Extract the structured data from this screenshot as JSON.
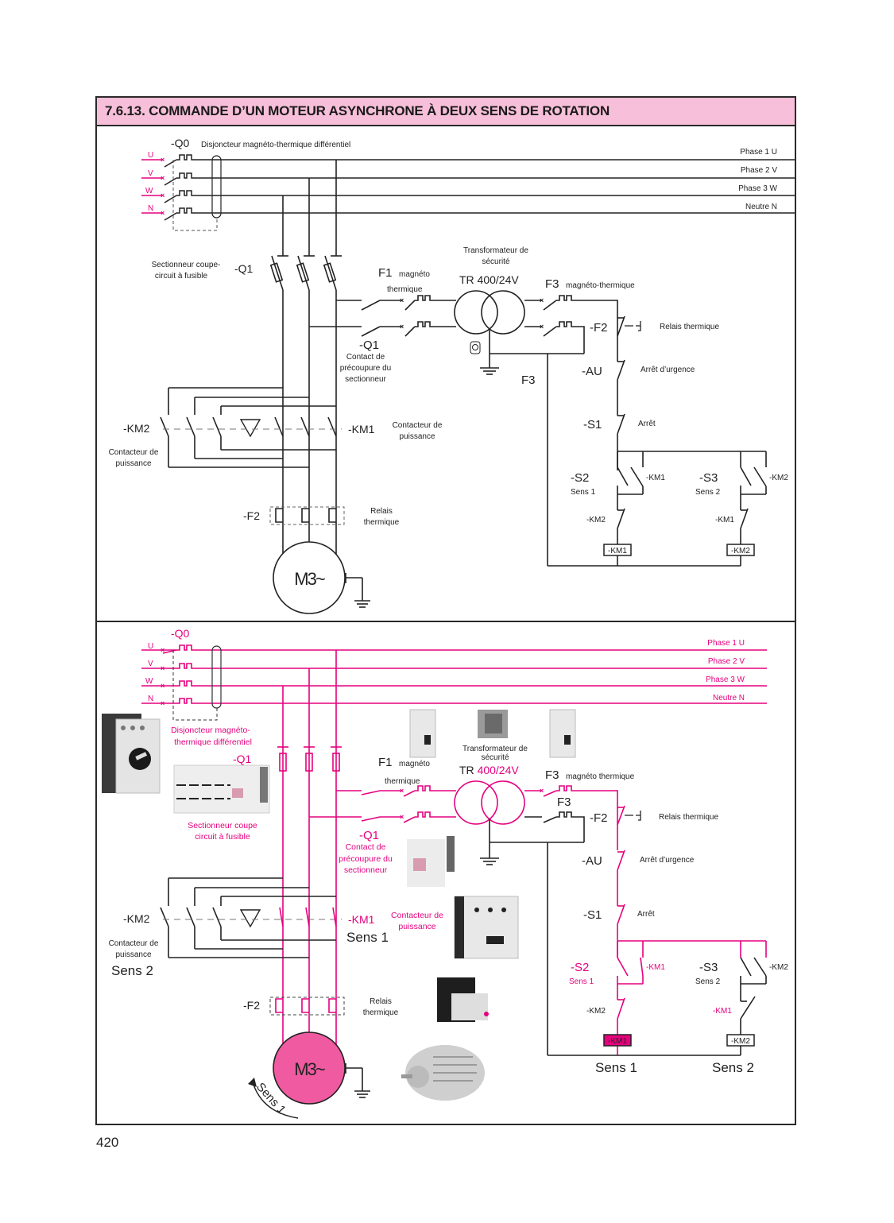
{
  "title": "7.6.13. COMMANDE D’UN MOTEUR ASYNCHRONE À DEUX SENS DE ROTATION",
  "page_number": "420",
  "colors": {
    "accent": "#e6007e",
    "title_bg": "#f7bfd9",
    "motor_fill": "#ef5aa0",
    "line": "#222222"
  },
  "top": {
    "q0_label": "-Q0",
    "q0_desc": "Disjoncteur magnéto-thermique différentiel",
    "inputs": [
      "U",
      "V",
      "W",
      "N"
    ],
    "busbars": [
      "Phase 1 U",
      "Phase 2 V",
      "Phase 3 W",
      "Neutre N"
    ],
    "q1_label": "-Q1",
    "q1_desc": [
      "Sectionneur coupe-",
      "circuit à fusible"
    ],
    "q1_contact_label": "-Q1",
    "q1_contact_desc": [
      "Contact de",
      "précoupure du",
      "sectionneur"
    ],
    "f1_label": "F1",
    "f1_desc_1": "magnéto",
    "f1_desc_2": "thermique",
    "tr_desc": [
      "Transformateur de",
      "sécurité"
    ],
    "tr_label": "TR 400/24V",
    "f3_label": "F3",
    "f3_desc": "magnéto-thermique",
    "f3_lower": "F3",
    "f2_ctrl_label": "-F2",
    "f2_ctrl_desc": "Relais thermique",
    "au_label": "-AU",
    "au_desc": "Arrêt d’urgence",
    "s1_label": "-S1",
    "s1_desc": "Arrêt",
    "s2_label": "-S2",
    "s2_desc": "Sens 1",
    "s3_label": "-S3",
    "s3_desc": "Sens 2",
    "km1_aux": "-KM1",
    "km2_aux": "-KM2",
    "km2_interlock": "-KM2",
    "km1_interlock": "-KM1",
    "coil_km1": "-KM1",
    "coil_km2": "-KM2",
    "km2_label": "-KM2",
    "km2_desc": [
      "Contacteur de",
      "puissance"
    ],
    "km1_label": "-KM1",
    "km1_desc": [
      "Contacteur de",
      "puissance"
    ],
    "f2_power_label": "-F2",
    "f2_power_desc": [
      "Relais",
      "thermique"
    ],
    "motor_label": "M3~"
  },
  "bottom": {
    "q0_label": "-Q0",
    "q0_desc": [
      "Disjoncteur magnéto-",
      "thermique différentiel"
    ],
    "inputs": [
      "U",
      "V",
      "W",
      "N"
    ],
    "busbars": [
      "Phase 1 U",
      "Phase 2 V",
      "Phase 3 W",
      "Neutre N"
    ],
    "q1_label": "-Q1",
    "q1_desc": [
      "Sectionneur coupe",
      "circuit à fusible"
    ],
    "q1_contact_label": "-Q1",
    "q1_contact_desc": [
      "Contact de",
      "précoupure du",
      "sectionneur"
    ],
    "f1_label": "F1",
    "f1_desc_1": "magnéto",
    "f1_desc_2": "thermique",
    "tr_desc": [
      "Transformateur de",
      "sécurité"
    ],
    "tr_label_prefix": "TR ",
    "tr_label_value": "400/24V",
    "f3_label": "F3",
    "f3_desc": "magnéto thermique",
    "f3_lower": "F3",
    "f2_ctrl_label": "-F2",
    "f2_ctrl_desc": "Relais thermique",
    "au_label": "-AU",
    "au_desc": "Arrêt d’urgence",
    "s1_label": "-S1",
    "s1_desc": "Arrêt",
    "s2_label": "-S2",
    "s2_desc": "Sens 1",
    "s3_label": "-S3",
    "s3_desc": "Sens 2",
    "km1_aux": "-KM1",
    "km2_aux": "-KM2",
    "km2_interlock": "-KM2",
    "km1_interlock": "-KM1",
    "coil_km1": "-KM1",
    "coil_km2": "-KM2",
    "coil_sens1": "Sens 1",
    "coil_sens2": "Sens 2",
    "km2_label": "-KM2",
    "km2_desc": [
      "Contacteur de",
      "puissance"
    ],
    "km2_sens": "Sens 2",
    "km1_label": "-KM1",
    "km1_desc": [
      "Contacteur de",
      "puissance"
    ],
    "km1_sens": "Sens 1",
    "f2_power_label": "-F2",
    "f2_power_desc": [
      "Relais",
      "thermique"
    ],
    "motor_label": "M3~",
    "rotation_label": "Sens 1",
    "photos": [
      "circuit-breaker-photo",
      "fuse-disconnector-photo",
      "mcb-f1-photo",
      "transformer-photo",
      "mcb-f3-photo",
      "precut-contact-photo",
      "contactor-photo",
      "thermal-relay-photo",
      "motor-photo"
    ]
  }
}
